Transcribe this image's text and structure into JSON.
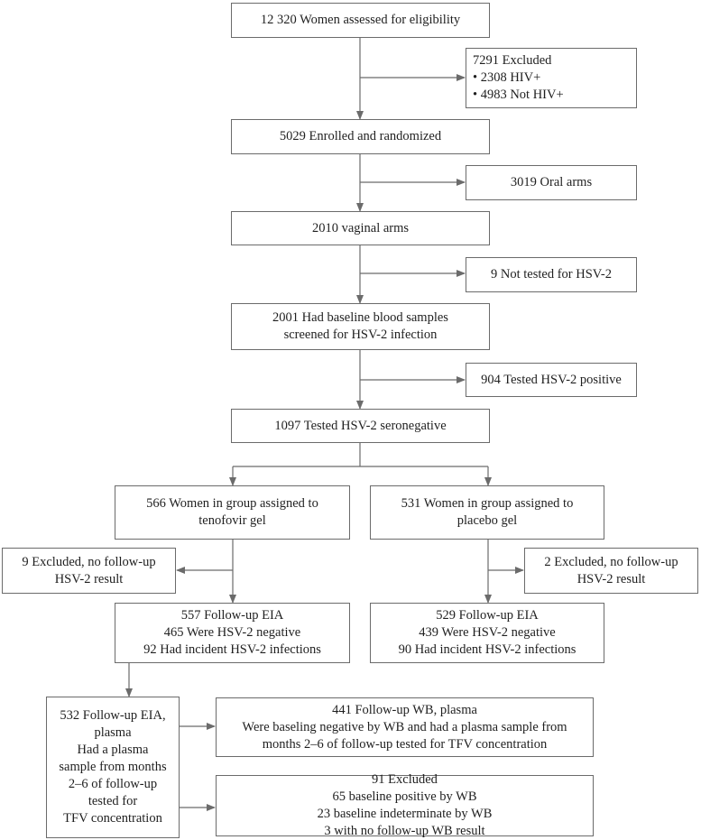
{
  "boxes": {
    "assessed": [
      "12 320 Women assessed for eligibility"
    ],
    "excluded1": [
      "7291 Excluded",
      "• 2308 HIV+",
      "• 4983 Not HIV+"
    ],
    "enrolled": [
      "5029 Enrolled and randomized"
    ],
    "oral": [
      "3019 Oral arms"
    ],
    "vaginal": [
      "2010 vaginal arms"
    ],
    "not_tested": [
      "9 Not tested for HSV-2"
    ],
    "baseline": [
      "2001 Had baseline blood samples",
      "screened for HSV-2 infection"
    ],
    "positive": [
      "904 Tested HSV-2 positive"
    ],
    "seronegative": [
      "1097 Tested HSV-2 seronegative"
    ],
    "tenofovir": [
      "566 Women in group assigned to",
      "tenofovir gel"
    ],
    "placebo": [
      "531 Women in group assigned to",
      "placebo gel"
    ],
    "excl_tenofovir": [
      "9 Excluded, no follow-up",
      "HSV-2 result"
    ],
    "excl_placebo": [
      "2 Excluded, no follow-up",
      "HSV-2 result"
    ],
    "followup_tenofovir": [
      "557 Follow-up EIA",
      "465 Were HSV-2 negative",
      "92 Had incident HSV-2 infections"
    ],
    "followup_placebo": [
      "529 Follow-up EIA",
      "439 Were HSV-2 negative",
      "90 Had incident HSV-2 infections"
    ],
    "plasma_eia": [
      "532 Follow-up EIA,",
      "plasma",
      "Had a plasma",
      "sample from months",
      "2–6 of follow-up",
      "tested for",
      "TFV concentration"
    ],
    "wb_plasma": [
      "441 Follow-up WB, plasma",
      "Were baseling negative by WB and had a plasma sample from",
      "months 2–6 of follow-up tested for TFV concentration"
    ],
    "excluded_wb": [
      "91 Excluded",
      "65 baseline positive by WB",
      "23 baseline indeterminate by WB",
      "3 with no follow-up WB result"
    ]
  },
  "colors": {
    "border": "#6b6b6b",
    "arrow": "#6b6b6b",
    "text": "#1f1f1f",
    "background": "#ffffff"
  }
}
